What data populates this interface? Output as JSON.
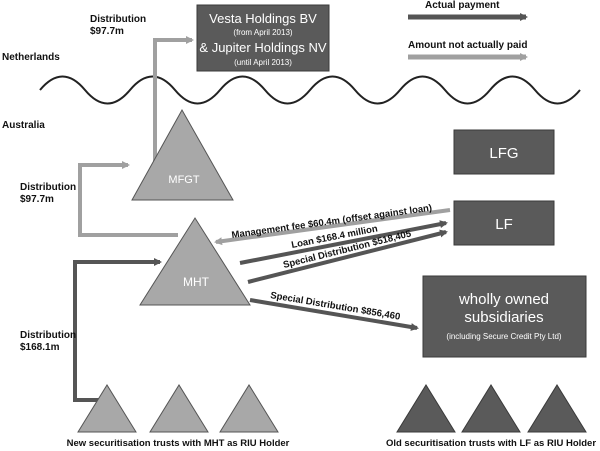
{
  "legend": {
    "actual_payment": "Actual payment",
    "not_paid": "Amount not actually paid"
  },
  "regions": {
    "netherlands": "Netherlands",
    "australia": "Australia"
  },
  "entities": {
    "vesta_line1": "Vesta Holdings BV",
    "vesta_line2": "(from April 2013)",
    "vesta_line3": "& Jupiter Holdings NV",
    "vesta_line4": "(until April 2013)",
    "mfgt": "MFGT",
    "mht": "MHT",
    "lfg": "LFG",
    "lf": "LF",
    "subs_line1": "wholly owned",
    "subs_line2": "subsidiaries",
    "subs_line3": "(including Secure Credit Pty Ltd)"
  },
  "flows": {
    "dist_top_1": "Distribution",
    "dist_top_2": "$97.7m",
    "dist_mid_1": "Distribution",
    "dist_mid_2": "$97.7m",
    "dist_low_1": "Distribution",
    "dist_low_2": "$168.1m",
    "mgmt_fee": "Management fee $60.4m (offset against loan)",
    "loan": "Loan $168.4 million",
    "special_lf": "Special Distribution $518,405",
    "special_subs": "Special Distribution $856,460"
  },
  "trusts": {
    "new_caption": "New securitisation trusts with MHT as RIU Holder",
    "old_caption": "Old securitisation trusts with LF as RIU Holder"
  },
  "colors": {
    "dark": "#5a5a5a",
    "light": "#a8a8a8",
    "arrow_dark": "#555555",
    "arrow_light": "#a0a0a0"
  }
}
